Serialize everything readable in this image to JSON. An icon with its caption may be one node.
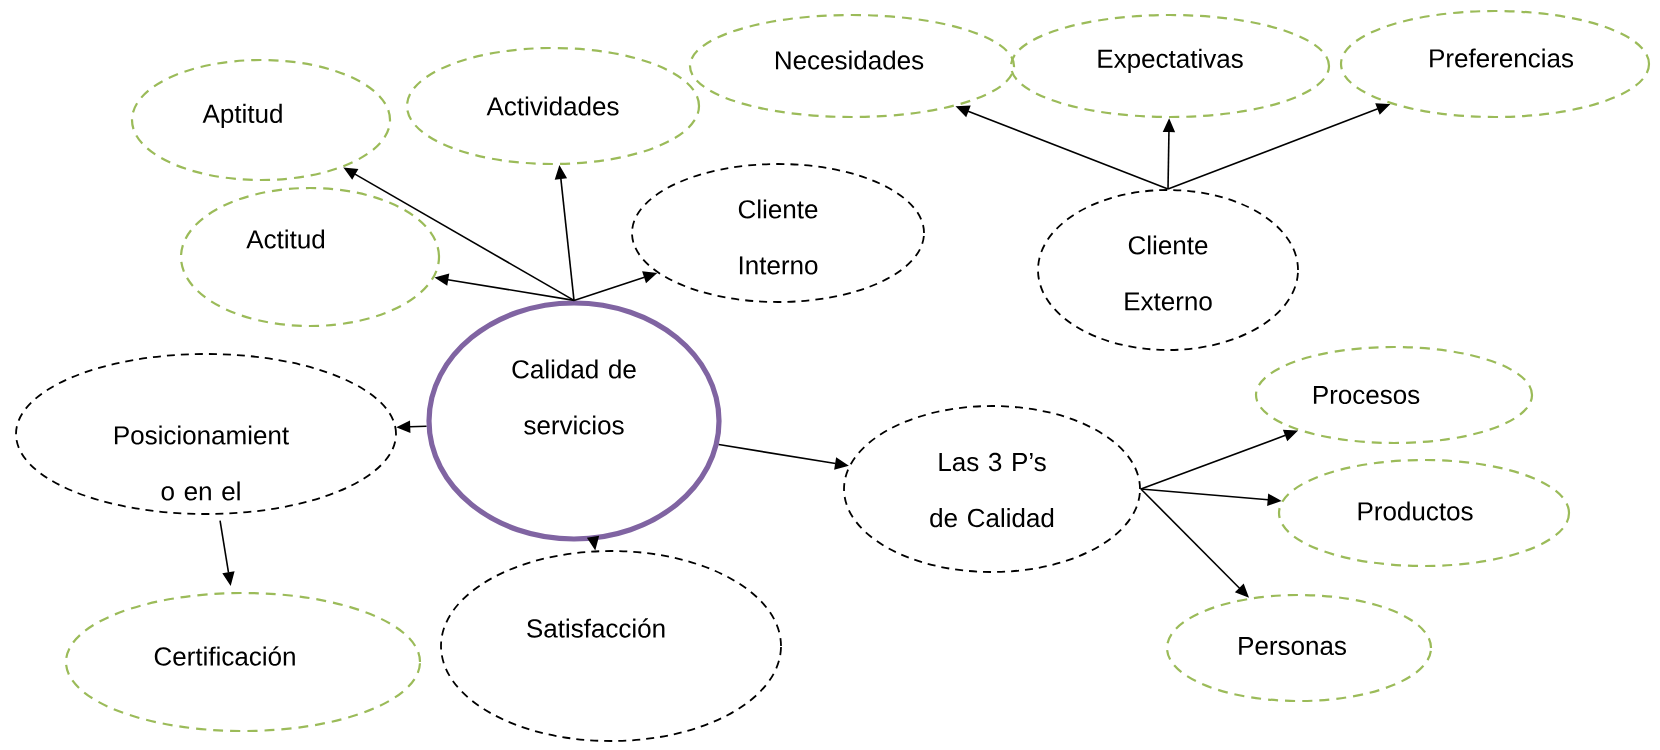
{
  "diagram": {
    "nodes": [
      {
        "text": [
          "Aptitud"
        ]
      },
      {
        "text": [
          "Actividades"
        ]
      },
      {
        "text": [
          "Necesidades"
        ]
      },
      {
        "text": [
          "Expectativas"
        ]
      },
      {
        "text": [
          "Preferencias"
        ]
      },
      {
        "text": [
          "Cliente Interno"
        ]
      },
      {
        "text": [
          "Actitud"
        ]
      },
      {
        "text": [
          "Cliente Externo"
        ]
      },
      {
        "text": [
          "Calidad de servicios"
        ]
      },
      {
        "text": [
          "Procesos"
        ]
      },
      {
        "text": [
          "Posicionamient o en el"
        ]
      },
      {
        "text": [
          "Las 3 P’s de Calidad"
        ]
      },
      {
        "text": [
          "Productos"
        ]
      },
      {
        "text": [
          "Satisfacción"
        ]
      },
      {
        "text": [
          "Certificación"
        ]
      },
      {
        "text": [
          "Personas"
        ]
      }
    ],
    "edges": [
      {
        "from": 8,
        "to": 0,
        "arrow": "to"
      },
      {
        "from": 8,
        "to": 1,
        "arrow": "to"
      },
      {
        "from": 8,
        "to": 5,
        "arrow": "to"
      },
      {
        "from": 8,
        "to": 6,
        "arrow": "to"
      },
      {
        "from": 7,
        "to": 2,
        "arrow": "to"
      },
      {
        "from": 7,
        "to": 3,
        "arrow": "to"
      },
      {
        "from": 7,
        "to": 4,
        "arrow": "to"
      },
      {
        "from": 8,
        "to": 10,
        "arrow": "to"
      },
      {
        "from": 8,
        "to": 11,
        "arrow": "to"
      },
      {
        "from": 8,
        "to": 13,
        "arrow": "to"
      },
      {
        "from": 10,
        "to": 14,
        "arrow": "to"
      },
      {
        "from": 11,
        "to": 9,
        "arrow": "to"
      },
      {
        "from": 11,
        "to": 12,
        "arrow": "to"
      },
      {
        "from": 11,
        "to": 15,
        "arrow": "to"
      }
    ]
  }
}
